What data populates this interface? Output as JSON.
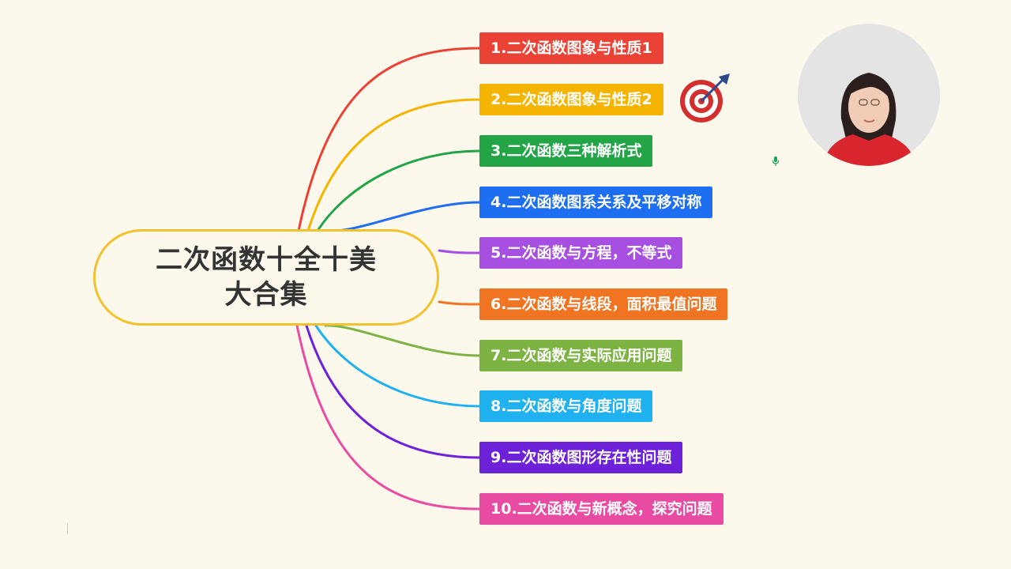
{
  "root": {
    "line1": "二次函数十全十美",
    "line2": "大合集"
  },
  "topics": [
    {
      "label": "1.二次函数图象与性质1",
      "color": "#ea4335"
    },
    {
      "label": "2.二次函数图象与性质2",
      "color": "#f4b400"
    },
    {
      "label": "3.二次函数三种解析式",
      "color": "#22a447"
    },
    {
      "label": "4.二次函数图系关系及平移对称",
      "color": "#1e6ef2"
    },
    {
      "label": "5.二次函数与方程，不等式",
      "color": "#a64fe0"
    },
    {
      "label": "6.二次函数与线段，面积最值问题",
      "color": "#f07421"
    },
    {
      "label": "7.二次函数与实际应用问题",
      "color": "#7cb342"
    },
    {
      "label": "8.二次函数与角度问题",
      "color": "#1fb2ee"
    },
    {
      "label": "9.二次函数图形存在性问题",
      "color": "#6d21d9"
    },
    {
      "label": "10.二次函数与新概念，探究问题",
      "color": "#e94ba3"
    }
  ],
  "colors": {
    "root_border": "#f2c12e",
    "background": "#fdf8ec"
  },
  "icons": {
    "target": "target-with-arrow-icon",
    "microphone": "microphone-icon"
  },
  "webcam": {
    "presenter": "presenter-video",
    "shirt_color": "#d9252e"
  }
}
